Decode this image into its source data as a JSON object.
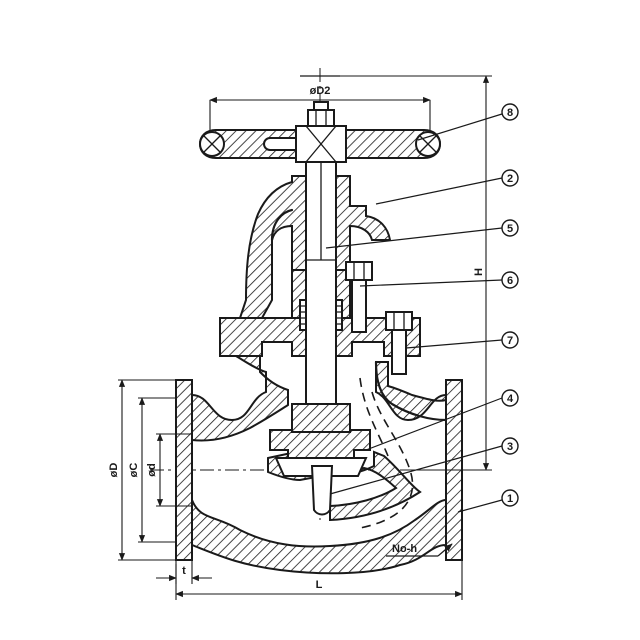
{
  "dimensions": {
    "handwheel_diameter": "øD2",
    "height": "H",
    "flange_outer_diameter": "øD",
    "bolt_circle_diameter": "øC",
    "bore_diameter": "ød",
    "flange_thickness": "t",
    "face_to_face_length": "L",
    "bolt_holes": "No-h"
  },
  "parts": [
    {
      "number": "1"
    },
    {
      "number": "2"
    },
    {
      "number": "3"
    },
    {
      "number": "4"
    },
    {
      "number": "5"
    },
    {
      "number": "6"
    },
    {
      "number": "7"
    },
    {
      "number": "8"
    }
  ]
}
